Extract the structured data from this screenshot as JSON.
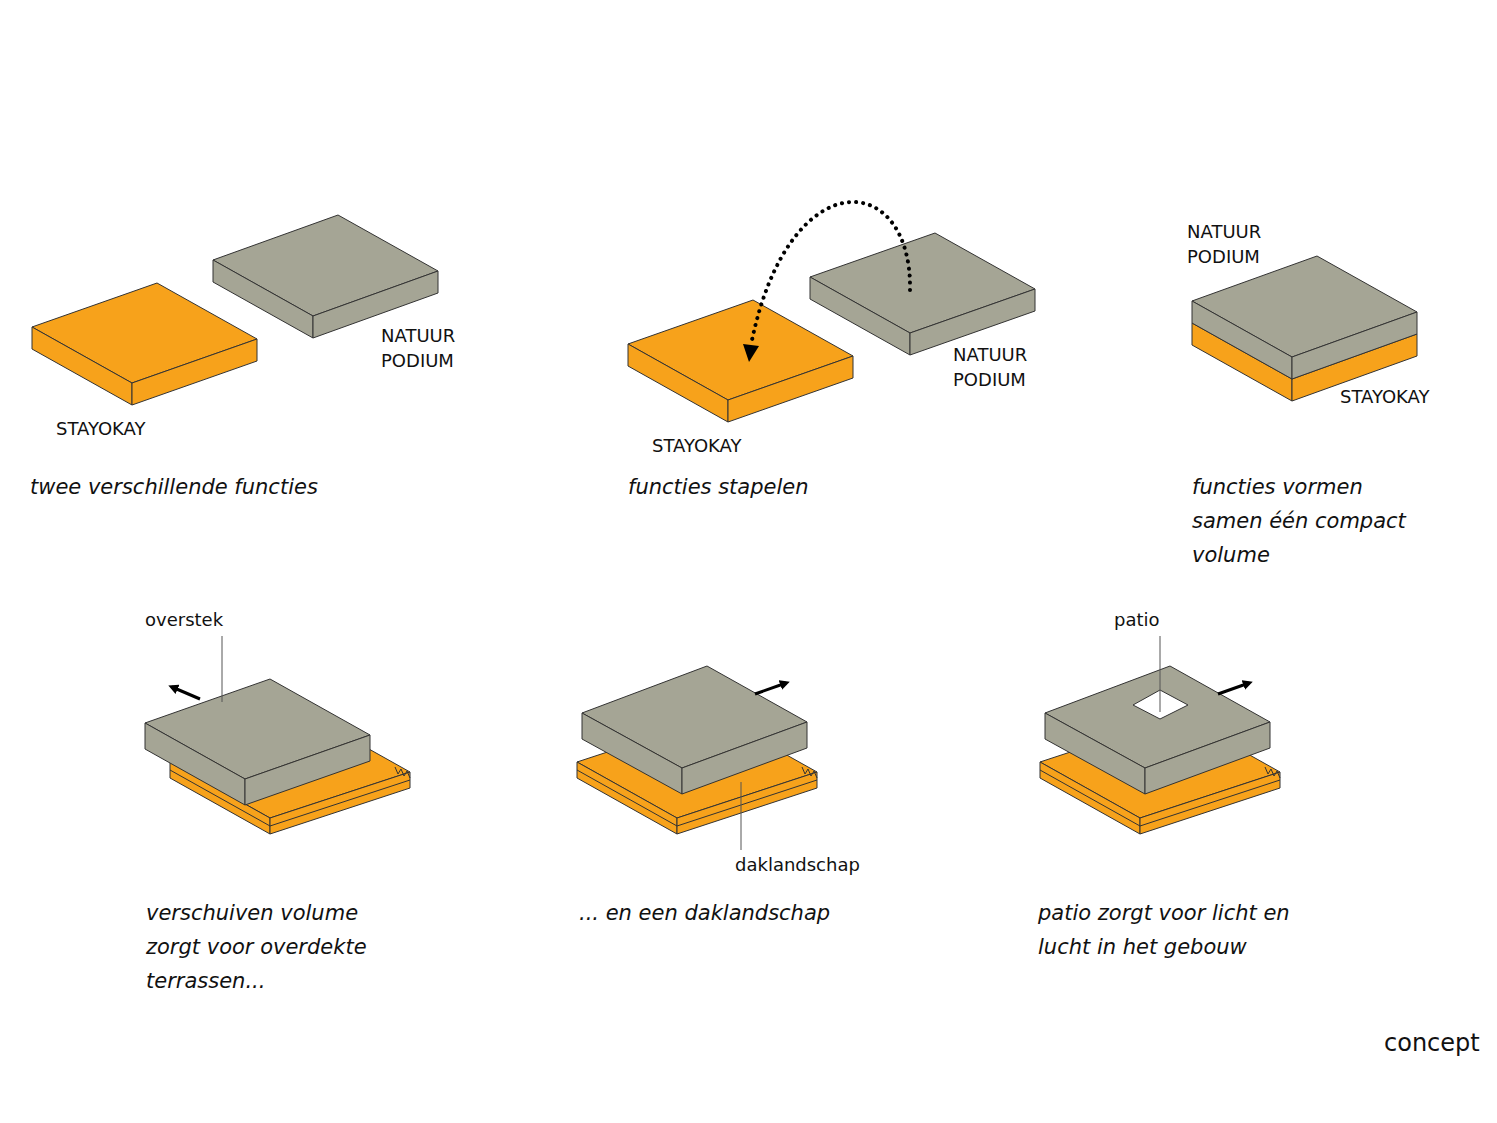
{
  "diagram": {
    "caption": "concept",
    "labels": [
      "NATUUR PODIUM",
      "STAYOKAY",
      "twee verschillende functies",
      "NATUUR PODIUM",
      "STAYOKAY",
      "functies stapelen",
      "NATUUR PODIUM",
      "STAYOKAY",
      "functies vormen samen één compact volume",
      "overstek",
      "verschuiven volume zorgt voor overdekte terrassen...",
      "daklandschap",
      "... en een daklandschap",
      "patio",
      "patio zorgt voor licht en lucht in het gebouw"
    ]
  }
}
